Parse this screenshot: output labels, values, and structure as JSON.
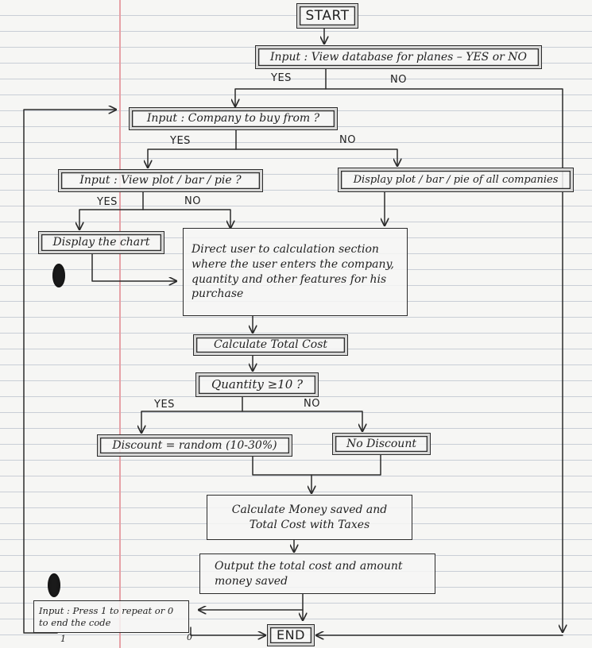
{
  "nodes": {
    "start": "START",
    "view_database": "Input : View database for planes – YES or NO",
    "company_to_buy": "Input : Company to buy from ?",
    "view_plot": "Input : View plot / bar / pie ?",
    "display_all": "Display plot / bar / pie of all companies",
    "display_chart": "Display the chart",
    "direct_user": "Direct user to calculation section where the user enters the company, quantity and other features for his purchase",
    "calc_total": "Calculate Total Cost",
    "quantity_check": "Quantity ≥10 ?",
    "discount_random": "Discount = random (10-30%)",
    "no_discount": "No Discount",
    "calc_money": "Calculate Money saved and Total Cost with Taxes",
    "output_total": "Output the total cost and amount money saved",
    "repeat_input": "Input : Press 1 to repeat or 0 to end the code",
    "end": "END"
  },
  "edge_labels": {
    "db_yes": "YES",
    "db_no": "NO",
    "company_yes": "YES",
    "company_no": "NO",
    "plot_yes": "YES",
    "plot_no": "NO",
    "qty_yes": "YES",
    "qty_no": "NO",
    "repeat_one": "1",
    "repeat_zero": "0"
  },
  "colors": {
    "ink": "#2b2b2b",
    "paper": "#f6f6f4",
    "rule_line": "#c9ced6",
    "margin_line": "#e6a1a6"
  }
}
